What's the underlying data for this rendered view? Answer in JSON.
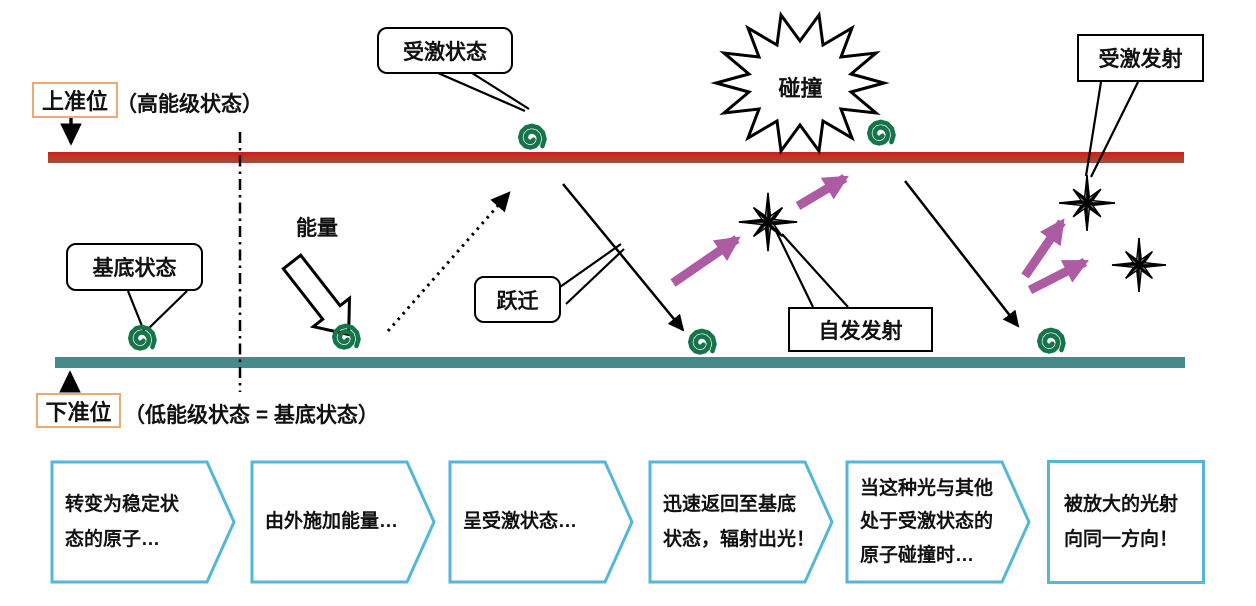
{
  "levels": {
    "upper": {
      "label": "上准位",
      "note": "（高能级状态）"
    },
    "lower": {
      "label": "下准位",
      "note": "（低能级状态 = 基底状态）"
    }
  },
  "callouts": {
    "ground_state": "基底状态",
    "excited_state": "受激状态",
    "transition": "跃迁",
    "energy": "能量",
    "collision": "碰撞",
    "spontaneous_emission": "自发发射",
    "stimulated_emission": "受激发射"
  },
  "steps": [
    {
      "lines": [
        "转变为稳定状",
        "态的原子…"
      ]
    },
    {
      "lines": [
        "由外施加能量…"
      ]
    },
    {
      "lines": [
        "呈受激状态…"
      ]
    },
    {
      "lines": [
        "迅速返回至基底",
        "状态，辐射出光！"
      ]
    },
    {
      "lines": [
        "当这种光与其他",
        "处于受激状态的",
        "原子碰撞时…"
      ]
    },
    {
      "lines": [
        "被放大的光射",
        "向同一方向！"
      ]
    }
  ],
  "icons": {
    "atom": "green-spiral",
    "photon": "eight-point-compass-star",
    "collision": "starburst",
    "energy_input": "hollow-block-arrow"
  },
  "colors": {
    "upper_level_red": "#cc1d1d",
    "lower_level_teal": "#45898b",
    "atom_green": "#15744a",
    "photon_purple": "#ad5ca4",
    "level_label_border_orange": "#ecaa70",
    "step_border_blue": "#54b7d8"
  }
}
